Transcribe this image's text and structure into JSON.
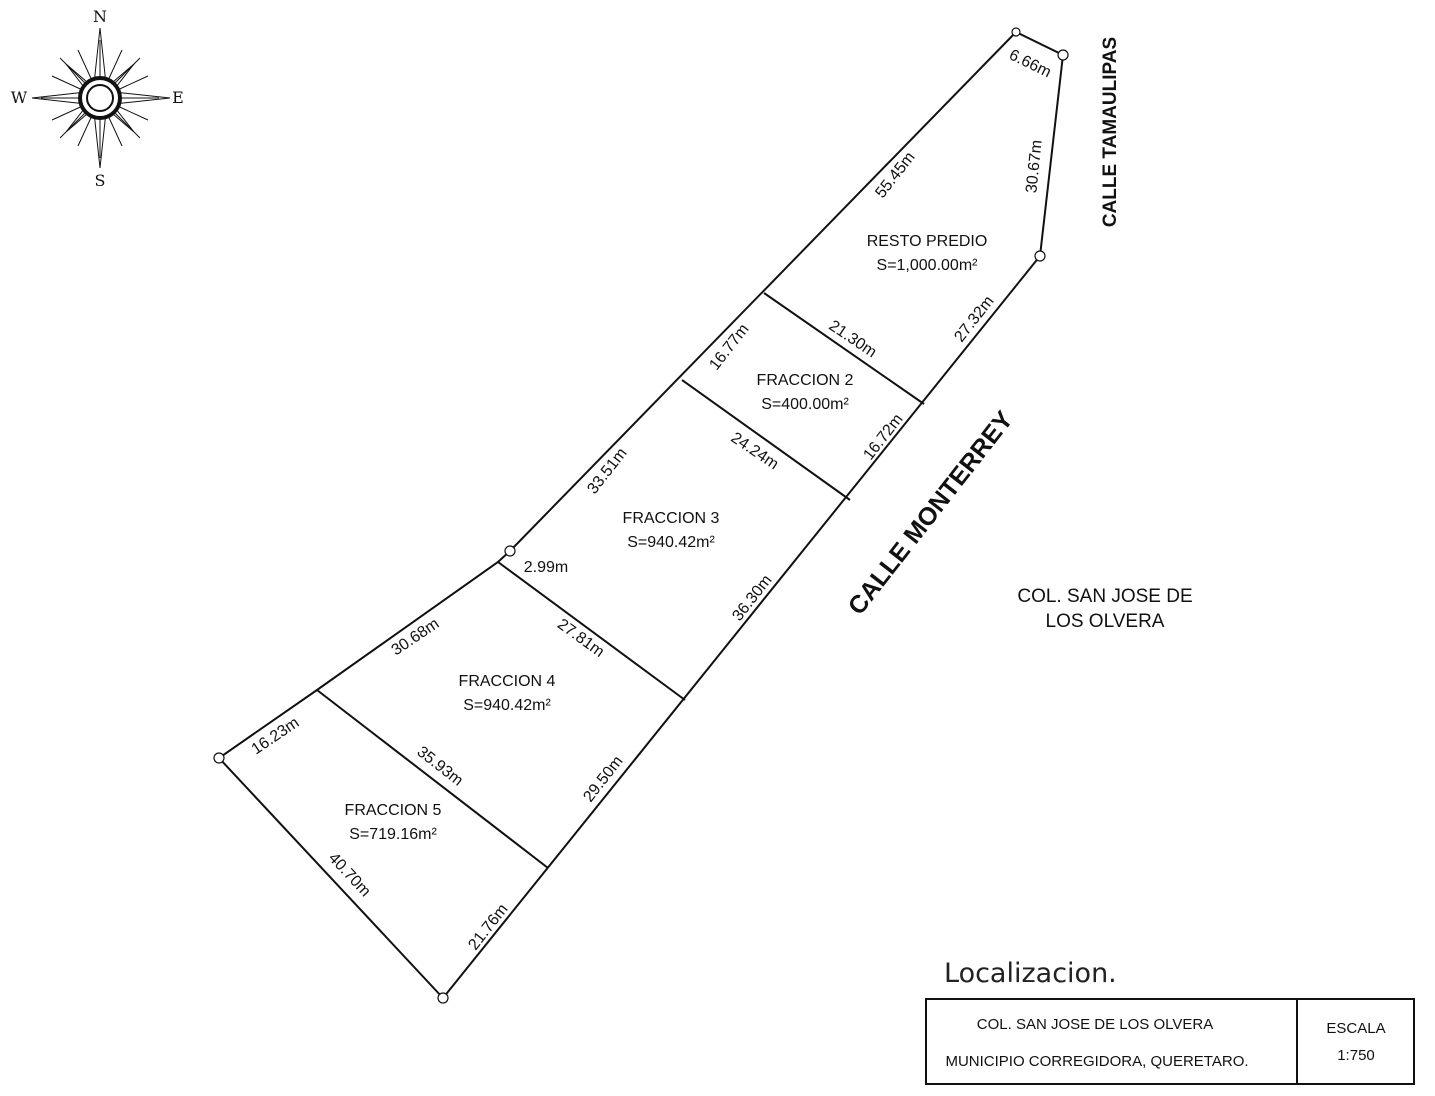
{
  "compass": {
    "north": "N",
    "south": "S",
    "east": "E",
    "west": "W"
  },
  "streets": {
    "tamaulipas": "CALLE TAMAULIPAS",
    "monterrey": "CALLE MONTERREY"
  },
  "colonia_label": {
    "line1": "COL. SAN JOSE DE",
    "line2": "LOS OLVERA"
  },
  "lots": {
    "resto": {
      "name": "RESTO PREDIO",
      "area": "S=1,000.00m²"
    },
    "f2": {
      "name": "FRACCION  2",
      "area": "S=400.00m²"
    },
    "f3": {
      "name": "FRACCION  3",
      "area": "S=940.42m²"
    },
    "f4": {
      "name": "FRACCION  4",
      "area": "S=940.42m²"
    },
    "f5": {
      "name": "FRACCION  5",
      "area": "S=719.16m²"
    }
  },
  "dimensions": {
    "d_6_66": "6.66m",
    "d_30_67": "30.67m",
    "d_55_45": "55.45m",
    "d_27_32": "27.32m",
    "d_21_30": "21.30m",
    "d_16_77": "16.77m",
    "d_16_72": "16.72m",
    "d_24_24": "24.24m",
    "d_33_51": "33.51m",
    "d_2_99": "2.99m",
    "d_36_30": "36.30m",
    "d_27_81": "27.81m",
    "d_30_68": "30.68m",
    "d_35_93": "35.93m",
    "d_29_50": "29.50m",
    "d_16_23": "16.23m",
    "d_40_70": "40.70m",
    "d_21_76": "21.76m"
  },
  "title_block": {
    "heading": "Localizacion.",
    "colonia": "COL. SAN JOSE DE LOS OLVERA",
    "municipio": "MUNICIPIO  CORREGIDORA, QUERETARO.",
    "scale_label": "ESCALA",
    "scale_value": "1:750"
  }
}
